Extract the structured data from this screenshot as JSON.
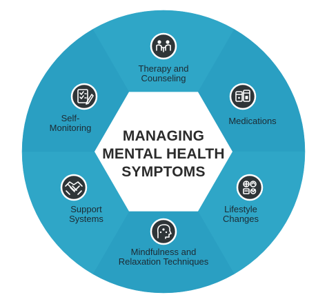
{
  "center": {
    "title_lines": [
      "MANAGING",
      "MENTAL HEALTH",
      "SYMPTOMS"
    ]
  },
  "segments": [
    {
      "label_lines": [
        "Therapy and",
        "Counseling"
      ],
      "icon": "therapy-session-icon"
    },
    {
      "label_lines": [
        "Medications"
      ],
      "icon": "medication-icon"
    },
    {
      "label_lines": [
        "Lifestyle",
        "Changes"
      ],
      "icon": "lifestyle-icon"
    },
    {
      "label_lines": [
        "Mindfulness and",
        "Relaxation Techniques"
      ],
      "icon": "meditation-head-icon"
    },
    {
      "label_lines": [
        "Support",
        "Systems"
      ],
      "icon": "handshake-icon"
    },
    {
      "label_lines": [
        "Self-",
        "Monitoring"
      ],
      "icon": "checklist-icon"
    }
  ],
  "colors": {
    "segment_fills": [
      "#2fa6c7",
      "#2a9fc2",
      "#2fa6c7",
      "#2a9fc2",
      "#2fa6c7",
      "#2a9fc2"
    ],
    "hexagon": "#ffffff",
    "icon_circle": "#2f3538",
    "text": "#1c2a33"
  }
}
